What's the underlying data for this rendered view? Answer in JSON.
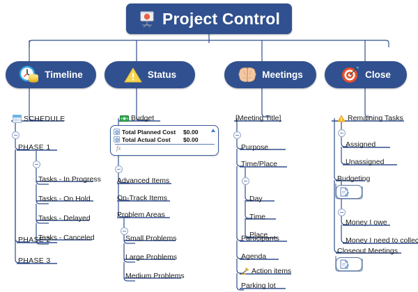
{
  "diagram": {
    "title": "Project Control",
    "root": {
      "label": "Project Control",
      "icon": "presentation-board-icon"
    },
    "branches": [
      {
        "id": "timeline",
        "label": "Timeline",
        "icon": "clock-coins-icon"
      },
      {
        "id": "status",
        "label": "Status",
        "icon": "warning-triangle-icon"
      },
      {
        "id": "meetings",
        "label": "Meetings",
        "icon": "brain-icon"
      },
      {
        "id": "close",
        "label": "Close",
        "icon": "target-icon"
      }
    ]
  },
  "timeline": {
    "schedule": {
      "label": "SCHEDULE",
      "icon": "table-window-icon"
    },
    "phase1": {
      "label": "PHASE 1"
    },
    "tasks": [
      {
        "label": "Tasks - In Progress"
      },
      {
        "label": "Tasks - On Hold"
      },
      {
        "label": "Tasks - Delayed"
      },
      {
        "label": "Tasks - Canceled"
      }
    ],
    "phase2": {
      "label": "PHASE 2"
    },
    "phase3": {
      "label": "PHASE 3"
    }
  },
  "status": {
    "budget": {
      "label": "Budget",
      "icon": "money-bill-icon"
    },
    "sheet": {
      "rows": [
        {
          "icon": "cell-gear-icon",
          "name": "Total Planned Cost",
          "value": "$0.00"
        },
        {
          "icon": "cell-gear-icon",
          "name": "Total Actual Cost",
          "value": "$0.00"
        }
      ],
      "formula_bar": "fx",
      "collapse_icon": "triangle-up-icon"
    },
    "items": [
      {
        "label": "Advanced Items"
      },
      {
        "label": "On-Track Items"
      },
      {
        "label": "Problem Areas"
      }
    ],
    "problems": [
      {
        "label": "Small Problems"
      },
      {
        "label": "Large Problems"
      },
      {
        "label": "Medium Problems"
      }
    ]
  },
  "meetings": {
    "title": {
      "label": "[Meeting Title]"
    },
    "items": [
      {
        "label": "Purpose"
      },
      {
        "label": "Time/Place"
      }
    ],
    "timeplace": [
      {
        "label": "Day"
      },
      {
        "label": "Time"
      },
      {
        "label": "Place"
      }
    ],
    "rest": [
      {
        "label": "Participants",
        "icon": ""
      },
      {
        "label": "Agenda",
        "icon": ""
      },
      {
        "label": "Action items",
        "icon": "gavel-icon"
      },
      {
        "label": "Parking lot",
        "icon": ""
      }
    ]
  },
  "close": {
    "remaining": {
      "label": "Remaining Tasks",
      "icon": "warning-triangle-small-icon"
    },
    "assignment": [
      {
        "label": "Assigned"
      },
      {
        "label": "Unassigned"
      }
    ],
    "budgeting": {
      "label": "Budgeting",
      "note_icon": "document-pen-icon"
    },
    "money": [
      {
        "label": "Money I owe"
      },
      {
        "label": "Money I need to collect"
      }
    ],
    "closeout": {
      "label": "Closeout Meetings",
      "note_icon": "document-pen-icon"
    }
  },
  "colors": {
    "node_fill": "#31508F",
    "node_text": "#FFFFFF",
    "connector": "#2F4D8C",
    "leaf_text": "#1A1A1A",
    "warning_yellow": "#F5D44E",
    "target_orange": "#E8502A",
    "money_green": "#2FA84F",
    "page_bg": "#FFFFFF"
  }
}
